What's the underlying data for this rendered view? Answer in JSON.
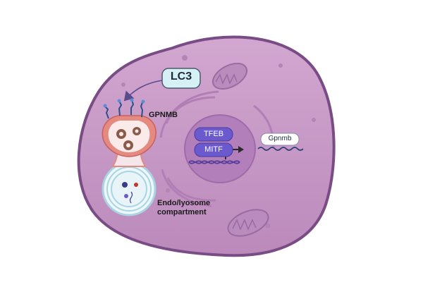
{
  "labels": {
    "lc3": "LC3",
    "gpnmb_protein": "GPNMB",
    "compartment_line1": "Endo/lyosome",
    "compartment_line2": "compartment",
    "tfeb": "TFEB",
    "mitf": "MITF",
    "gpnmb_gene": "Gpnmb"
  },
  "colors": {
    "cell_fill": "#c89bc6",
    "cell_outline": "#7a4c86",
    "nucleus_fill": "#b27fba",
    "transcription_factor": "#6a5acd",
    "dna": "#5a3c9a",
    "lc3_box": "#d6f1f5",
    "autophagosome_outer": "#e58a80",
    "lysosome_rings": "#a8d4e4"
  }
}
